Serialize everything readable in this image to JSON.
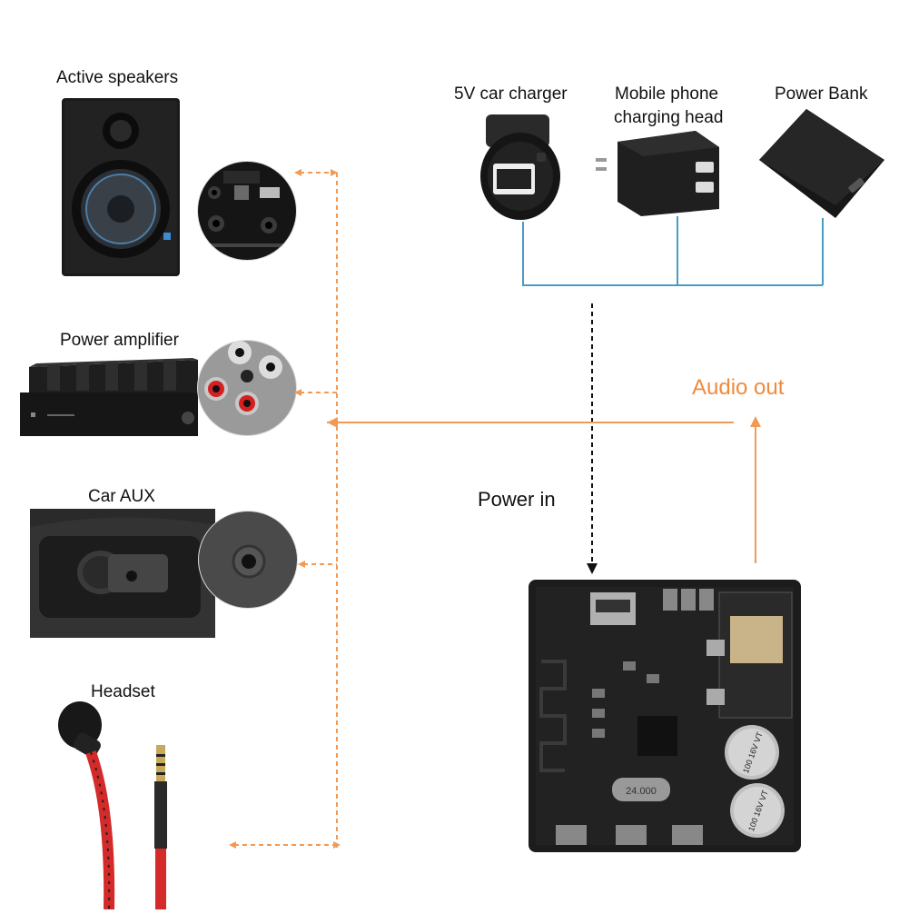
{
  "sinks": {
    "active_speakers": "Active speakers",
    "power_amplifier": "Power amplifier",
    "car_aux": "Car AUX",
    "headset": "Headset"
  },
  "sources": {
    "car_charger": "5V car charger",
    "phone_head_line1": "Mobile phone",
    "phone_head_line2": "charging head",
    "power_bank": "Power Bank"
  },
  "flows": {
    "audio_out": "Audio out",
    "power_in": "Power in"
  },
  "colors": {
    "audio_line": "#f29a55",
    "power_bus": "#4a9cc4",
    "power_arrow": "#111111",
    "red_jack": "#d62020",
    "cable_red": "#d42a2a"
  },
  "board": {
    "crystal_text": "24.000",
    "cap_text_1": "100 16V VT",
    "cap_text_2": "100 16V VT"
  }
}
